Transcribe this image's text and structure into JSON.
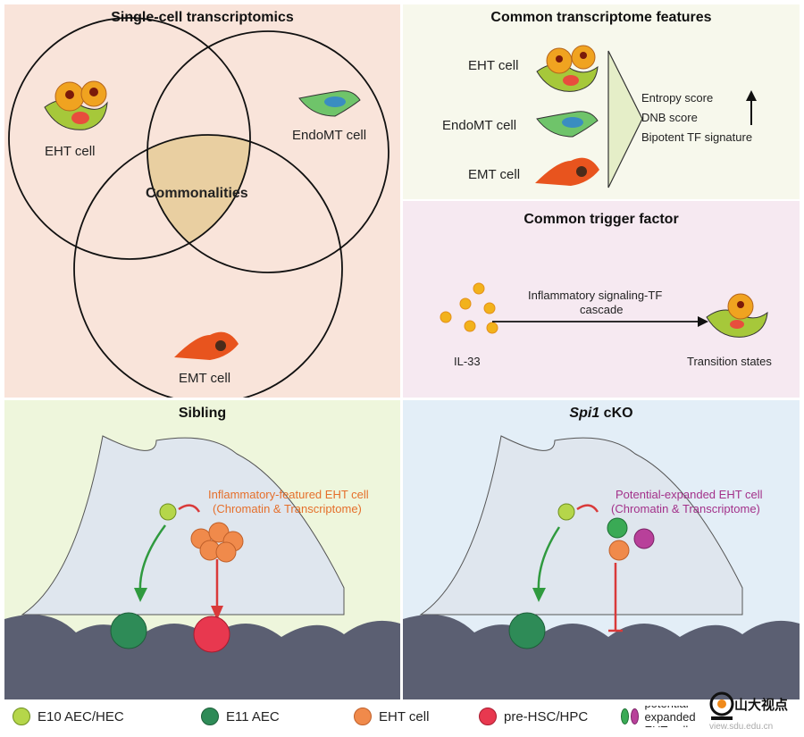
{
  "panels": {
    "venn": {
      "title": "Single-cell transcriptomics",
      "labels": {
        "eht": "EHT cell",
        "endomt": "EndoMT cell",
        "emt": "EMT cell",
        "center": "Commonalities"
      }
    },
    "features": {
      "title": "Common transcriptome features",
      "cells": [
        "EHT cell",
        "EndoMT cell",
        "EMT cell"
      ],
      "scores": [
        "Entropy score",
        "DNB score",
        "Bipotent TF signature"
      ]
    },
    "trigger": {
      "title": "Common trigger factor",
      "arrow_label_1": "Inflammatory signaling-TF",
      "arrow_label_2": "cascade",
      "left_label": "IL-33",
      "right_label": "Transition states"
    },
    "sibling": {
      "title": "Sibling",
      "annotation_1": "Inflammatory-featured EHT cell",
      "annotation_2": "(Chromatin & Transcriptome)"
    },
    "cko": {
      "title_italic": "Spi1",
      "title_rest": " cKO",
      "annotation_1": "Potential-expanded EHT cell",
      "annotation_2": "(Chromatin & Transcriptome)"
    }
  },
  "legend": [
    {
      "label": "E10 AEC/HEC",
      "color": "#b5d64a"
    },
    {
      "label": "E11 AEC",
      "color": "#2e8b57"
    },
    {
      "label": "EHT cell",
      "color": "#f08a4b"
    },
    {
      "label": "pre-HSC/HPC",
      "color": "#e8384f"
    },
    {
      "label": "potential-expanded EHT cell",
      "color": "#3aaa55",
      "color2": "#b8409a"
    }
  ],
  "watermark": {
    "text": "山大视点",
    "url": "view.sdu.edu.cn"
  },
  "colors": {
    "venn_bg": "#f9e4da",
    "features_bg": "#f7f8ec",
    "trigger_bg": "#f6e9f1",
    "sibling_bg": "#eef6dc",
    "cko_bg": "#e3eef7",
    "commonalities_fill": "#e9cfa1",
    "annotation_orange": "#e56f2b",
    "annotation_purple": "#a3318a"
  }
}
